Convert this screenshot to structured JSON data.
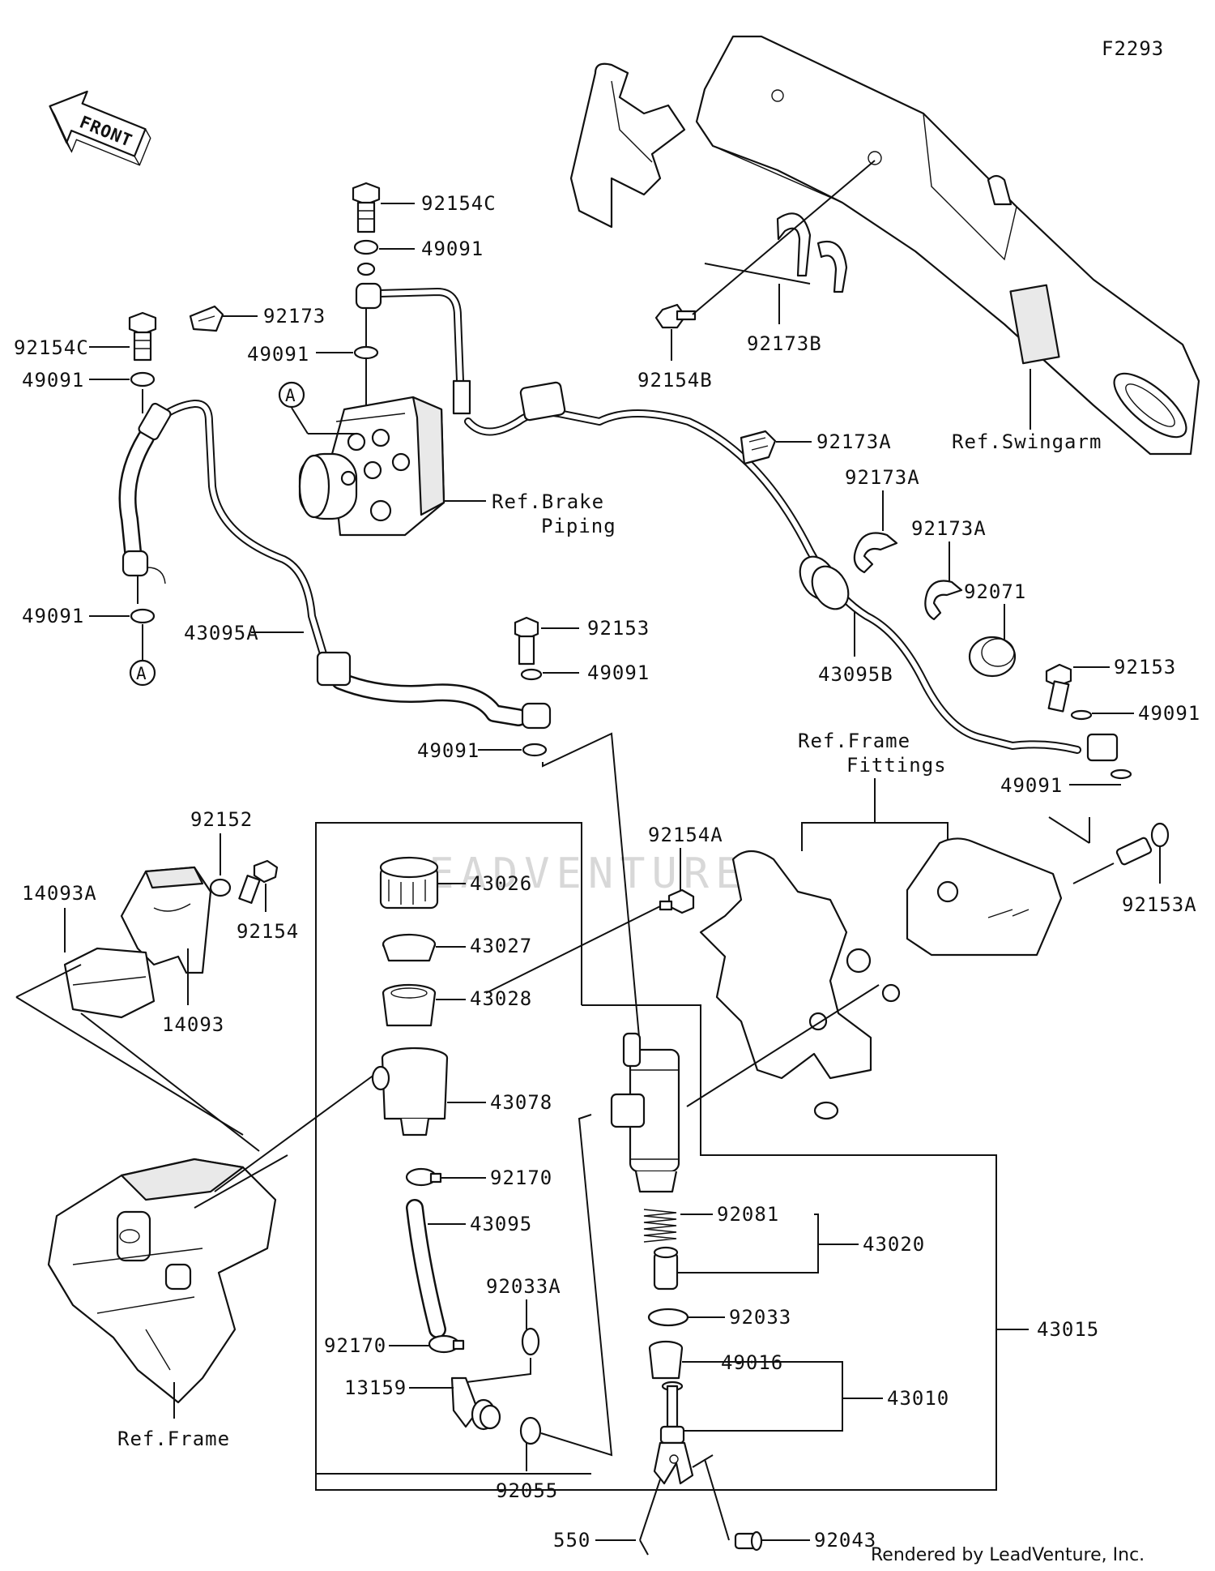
{
  "diagram_code": "F2293",
  "front_arrow": "FRONT",
  "credit": "Rendered by LeadVenture, Inc.",
  "watermark": "LEADVENTURE",
  "callout_letter": "A",
  "labels": {
    "p92154C_top": "92154C",
    "p49091_a": "49091",
    "p92173": "92173",
    "p49091_b": "49091",
    "p92154C_left": "92154C",
    "p49091_c": "49091",
    "p49091_d": "49091",
    "p43095A": "43095A",
    "ref_brake_1": "Ref.Brake",
    "ref_brake_2": "Piping",
    "p92154B": "92154B",
    "p92173B": "92173B",
    "ref_swingarm": "Ref.Swingarm",
    "p92173A_a": "92173A",
    "p92173A_b": "92173A",
    "p92173A_c": "92173A",
    "p92071": "92071",
    "p92153_a": "92153",
    "p49091_e": "49091",
    "p43095B": "43095B",
    "p92153_b": "92153",
    "p49091_f": "49091",
    "p49091_g": "49091",
    "p49091_h": "49091",
    "ref_frame_fit_1": "Ref.Frame",
    "ref_frame_fit_2": "Fittings",
    "p92152": "92152",
    "p14093A": "14093A",
    "p92154": "92154",
    "p14093": "14093",
    "p92154A": "92154A",
    "p92153A": "92153A",
    "p43026": "43026",
    "p43027": "43027",
    "p43028": "43028",
    "p43078": "43078",
    "p92170_a": "92170",
    "p43095": "43095",
    "p92033A": "92033A",
    "p92170_b": "92170",
    "p13159": "13159",
    "p92055": "92055",
    "p92081": "92081",
    "p43020": "43020",
    "p92033": "92033",
    "p43015": "43015",
    "p49016": "49016",
    "p43010": "43010",
    "p550": "550",
    "p92043": "92043",
    "ref_frame": "Ref.Frame"
  }
}
